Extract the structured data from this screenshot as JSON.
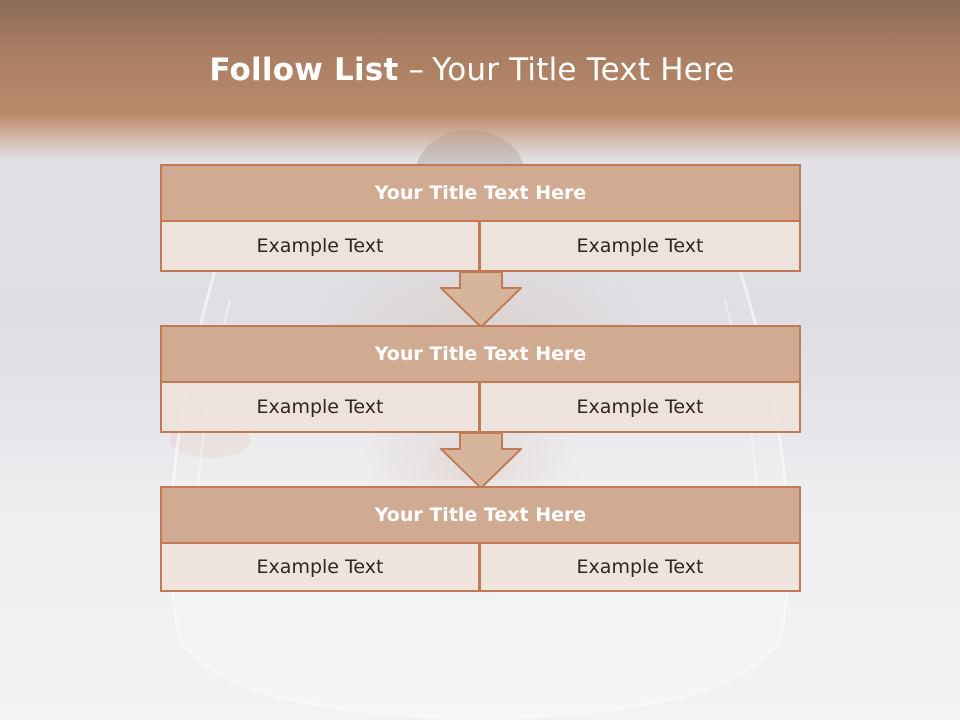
{
  "slide": {
    "title_bold": "Follow List",
    "title_separator": "–",
    "title_rest": "Your Title Text Here"
  },
  "blocks": [
    {
      "title": "Your Title Text Here",
      "left_text": "Example Text",
      "right_text": "Example Text"
    },
    {
      "title": "Your Title Text Here",
      "left_text": "Example Text",
      "right_text": "Example Text"
    },
    {
      "title": "Your Title Text Here",
      "left_text": "Example Text",
      "right_text": "Example Text"
    }
  ],
  "colors": {
    "header_band": "#b98a69",
    "block_title_fill": "#d0ab91",
    "block_border": "#c07b54",
    "cell_fill": "#eee2dc",
    "arrow_fill": "#d7b49c"
  }
}
